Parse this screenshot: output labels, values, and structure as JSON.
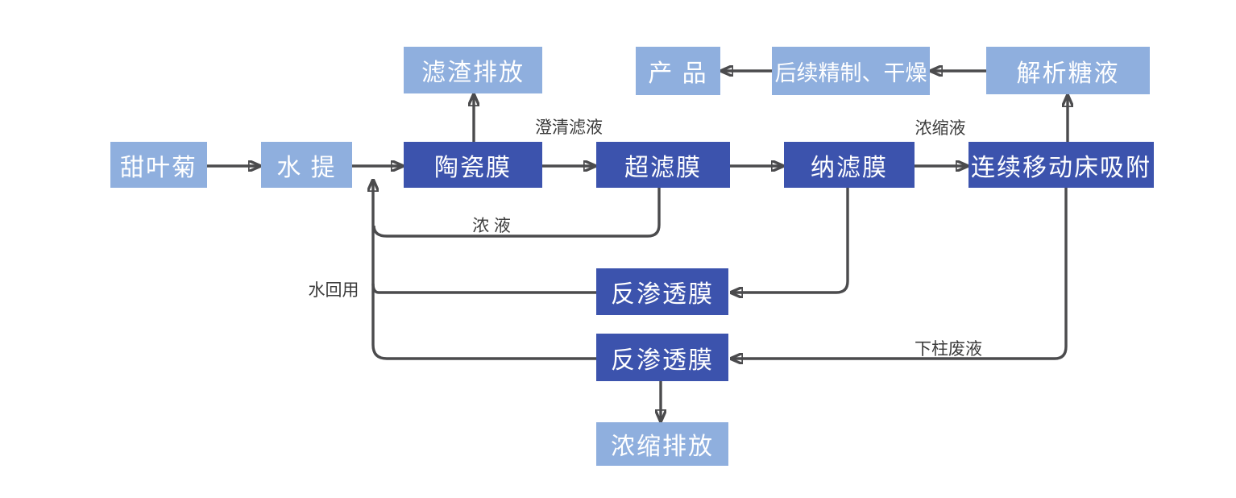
{
  "diagram": {
    "description_type": "process-flow-diagram",
    "nodes": [
      {
        "id": "stevia",
        "label": "甜叶菊",
        "style": "light"
      },
      {
        "id": "water-extract",
        "label": "水 提",
        "style": "light"
      },
      {
        "id": "ceramic-membrane",
        "label": "陶瓷膜",
        "style": "dark"
      },
      {
        "id": "ultrafiltration",
        "label": "超滤膜",
        "style": "dark"
      },
      {
        "id": "nanofiltration",
        "label": "纳滤膜",
        "style": "dark"
      },
      {
        "id": "smb-adsorption",
        "label": "连续移动床吸附",
        "style": "dark"
      },
      {
        "id": "residue-discharge",
        "label": "滤渣排放",
        "style": "light"
      },
      {
        "id": "product",
        "label": "产 品",
        "style": "light"
      },
      {
        "id": "refine-dry",
        "label": "后续精制、干燥",
        "style": "light"
      },
      {
        "id": "desorbed-syrup",
        "label": "解析糖液",
        "style": "light"
      },
      {
        "id": "reverse-osmosis-1",
        "label": "反渗透膜",
        "style": "dark"
      },
      {
        "id": "reverse-osmosis-2",
        "label": "反渗透膜",
        "style": "dark"
      },
      {
        "id": "concentrate-discharge",
        "label": "浓缩排放",
        "style": "light"
      }
    ],
    "edge_labels": [
      {
        "id": "clarified-filtrate",
        "text": "澄清滤液"
      },
      {
        "id": "concentrated-liquid",
        "text": "浓缩液"
      },
      {
        "id": "concentrate",
        "text": "浓 液"
      },
      {
        "id": "water-reuse",
        "text": "水回用"
      },
      {
        "id": "column-waste",
        "text": "下柱废液"
      }
    ],
    "edges": [
      {
        "from": "stevia",
        "to": "water-extract",
        "label": ""
      },
      {
        "from": "water-extract",
        "to": "ceramic-membrane",
        "label": ""
      },
      {
        "from": "ceramic-membrane",
        "to": "residue-discharge",
        "label": ""
      },
      {
        "from": "ceramic-membrane",
        "to": "ultrafiltration",
        "label": "澄清滤液"
      },
      {
        "from": "ultrafiltration",
        "to": "nanofiltration",
        "label": ""
      },
      {
        "from": "ultrafiltration",
        "to": "water-extract",
        "label": "浓 液"
      },
      {
        "from": "nanofiltration",
        "to": "smb-adsorption",
        "label": "浓缩液"
      },
      {
        "from": "nanofiltration",
        "to": "reverse-osmosis-1",
        "label": ""
      },
      {
        "from": "smb-adsorption",
        "to": "desorbed-syrup",
        "label": ""
      },
      {
        "from": "smb-adsorption",
        "to": "reverse-osmosis-2",
        "label": "下柱废液"
      },
      {
        "from": "desorbed-syrup",
        "to": "refine-dry",
        "label": ""
      },
      {
        "from": "refine-dry",
        "to": "product",
        "label": ""
      },
      {
        "from": "reverse-osmosis-1",
        "to": "water-extract",
        "label": "水回用"
      },
      {
        "from": "reverse-osmosis-2",
        "to": "water-extract",
        "label": "水回用"
      },
      {
        "from": "reverse-osmosis-2",
        "to": "concentrate-discharge",
        "label": ""
      }
    ],
    "colors": {
      "light_box": "#8FAFDE",
      "dark_box": "#3C53AD",
      "connector": "#4B4B4D",
      "box_text": "#FFFFFF",
      "label_text": "#3C3C3C",
      "background": "#FFFFFF"
    }
  }
}
